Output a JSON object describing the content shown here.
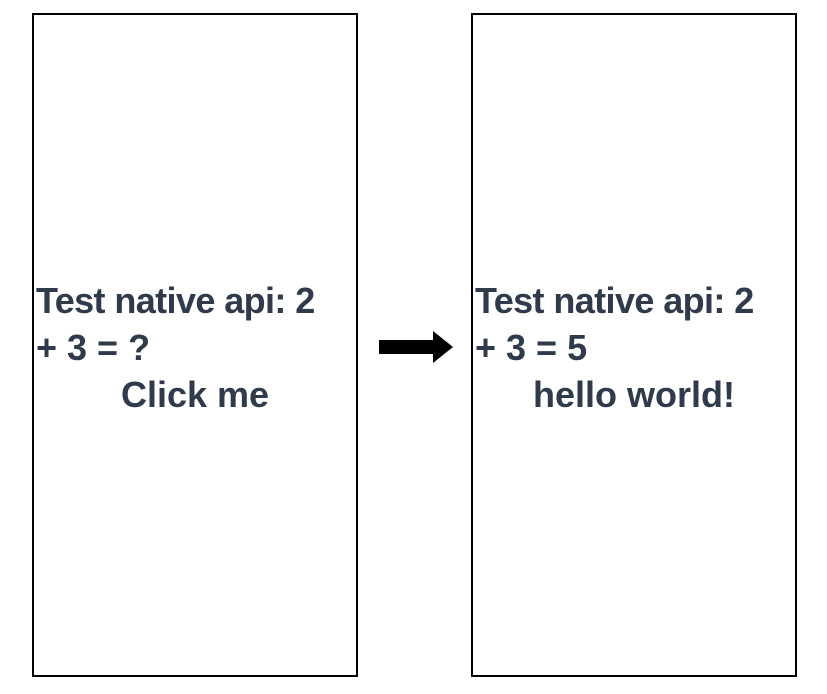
{
  "before_screen": {
    "line1": "Test native api: 2",
    "line2": "+ 3 = ?",
    "button_label": "Click me"
  },
  "after_screen": {
    "line1": "Test native api: 2",
    "line2": "+ 3 = 5",
    "message": "hello world!"
  },
  "transition_icon": "right-arrow-icon",
  "colors": {
    "text": "#2f3a4a",
    "frame": "#000000",
    "background": "#ffffff",
    "arrow": "#000000"
  }
}
